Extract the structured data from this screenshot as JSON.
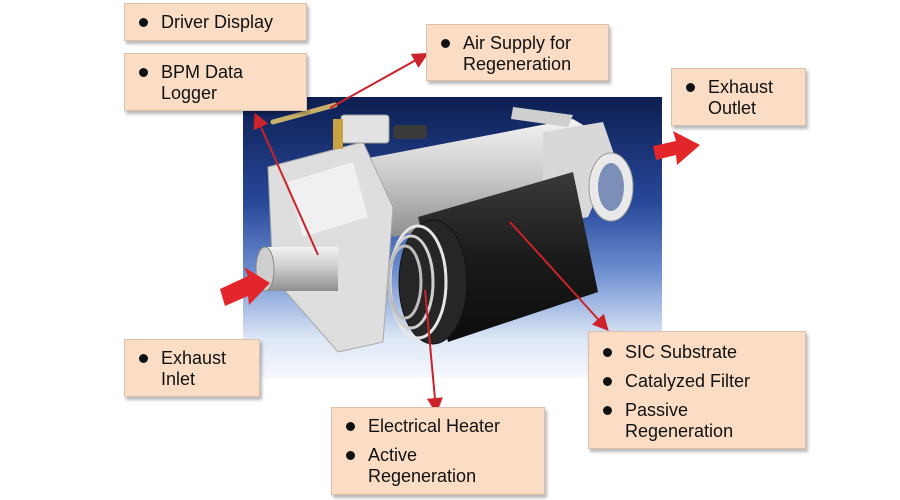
{
  "callouts": {
    "driver_display": [
      "Driver Display"
    ],
    "bpm_logger": [
      "BPM Data Logger"
    ],
    "air_supply": [
      "Air Supply for Regeneration"
    ],
    "exhaust_outlet": [
      "Exhaust Outlet"
    ],
    "exhaust_inlet": [
      "Exhaust Inlet"
    ],
    "sic": [
      "SIC Substrate",
      "Catalyzed Filter",
      "Passive Regeneration"
    ],
    "heater": [
      "Electrical Heater",
      "Active Regeneration"
    ]
  },
  "colors": {
    "callout_fill": "#fbdcc4",
    "arrow": "#e3262a",
    "leader_line": "#cc2229"
  }
}
